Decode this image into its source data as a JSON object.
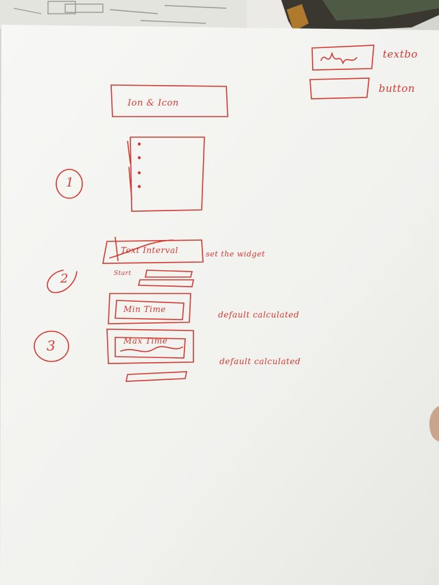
{
  "ink_color": "#d23b34",
  "paper_color": "#f5f5f2",
  "background_color": "#d8d8d2",
  "legend": {
    "textbox_label": "textbo",
    "button_label": "button"
  },
  "sketch": {
    "top_box_label": "Ion & Icon",
    "step_markers": [
      "1",
      "2",
      "3"
    ],
    "step2_box_label": "Text Interval",
    "step2_note": "set the widget",
    "step2_small_label": "Start",
    "calc_box_1_label": "Min Time",
    "calc_box_1_note": "default calculated",
    "calc_box_2_label": "Max Time",
    "calc_box_2_note": "default calculated"
  }
}
